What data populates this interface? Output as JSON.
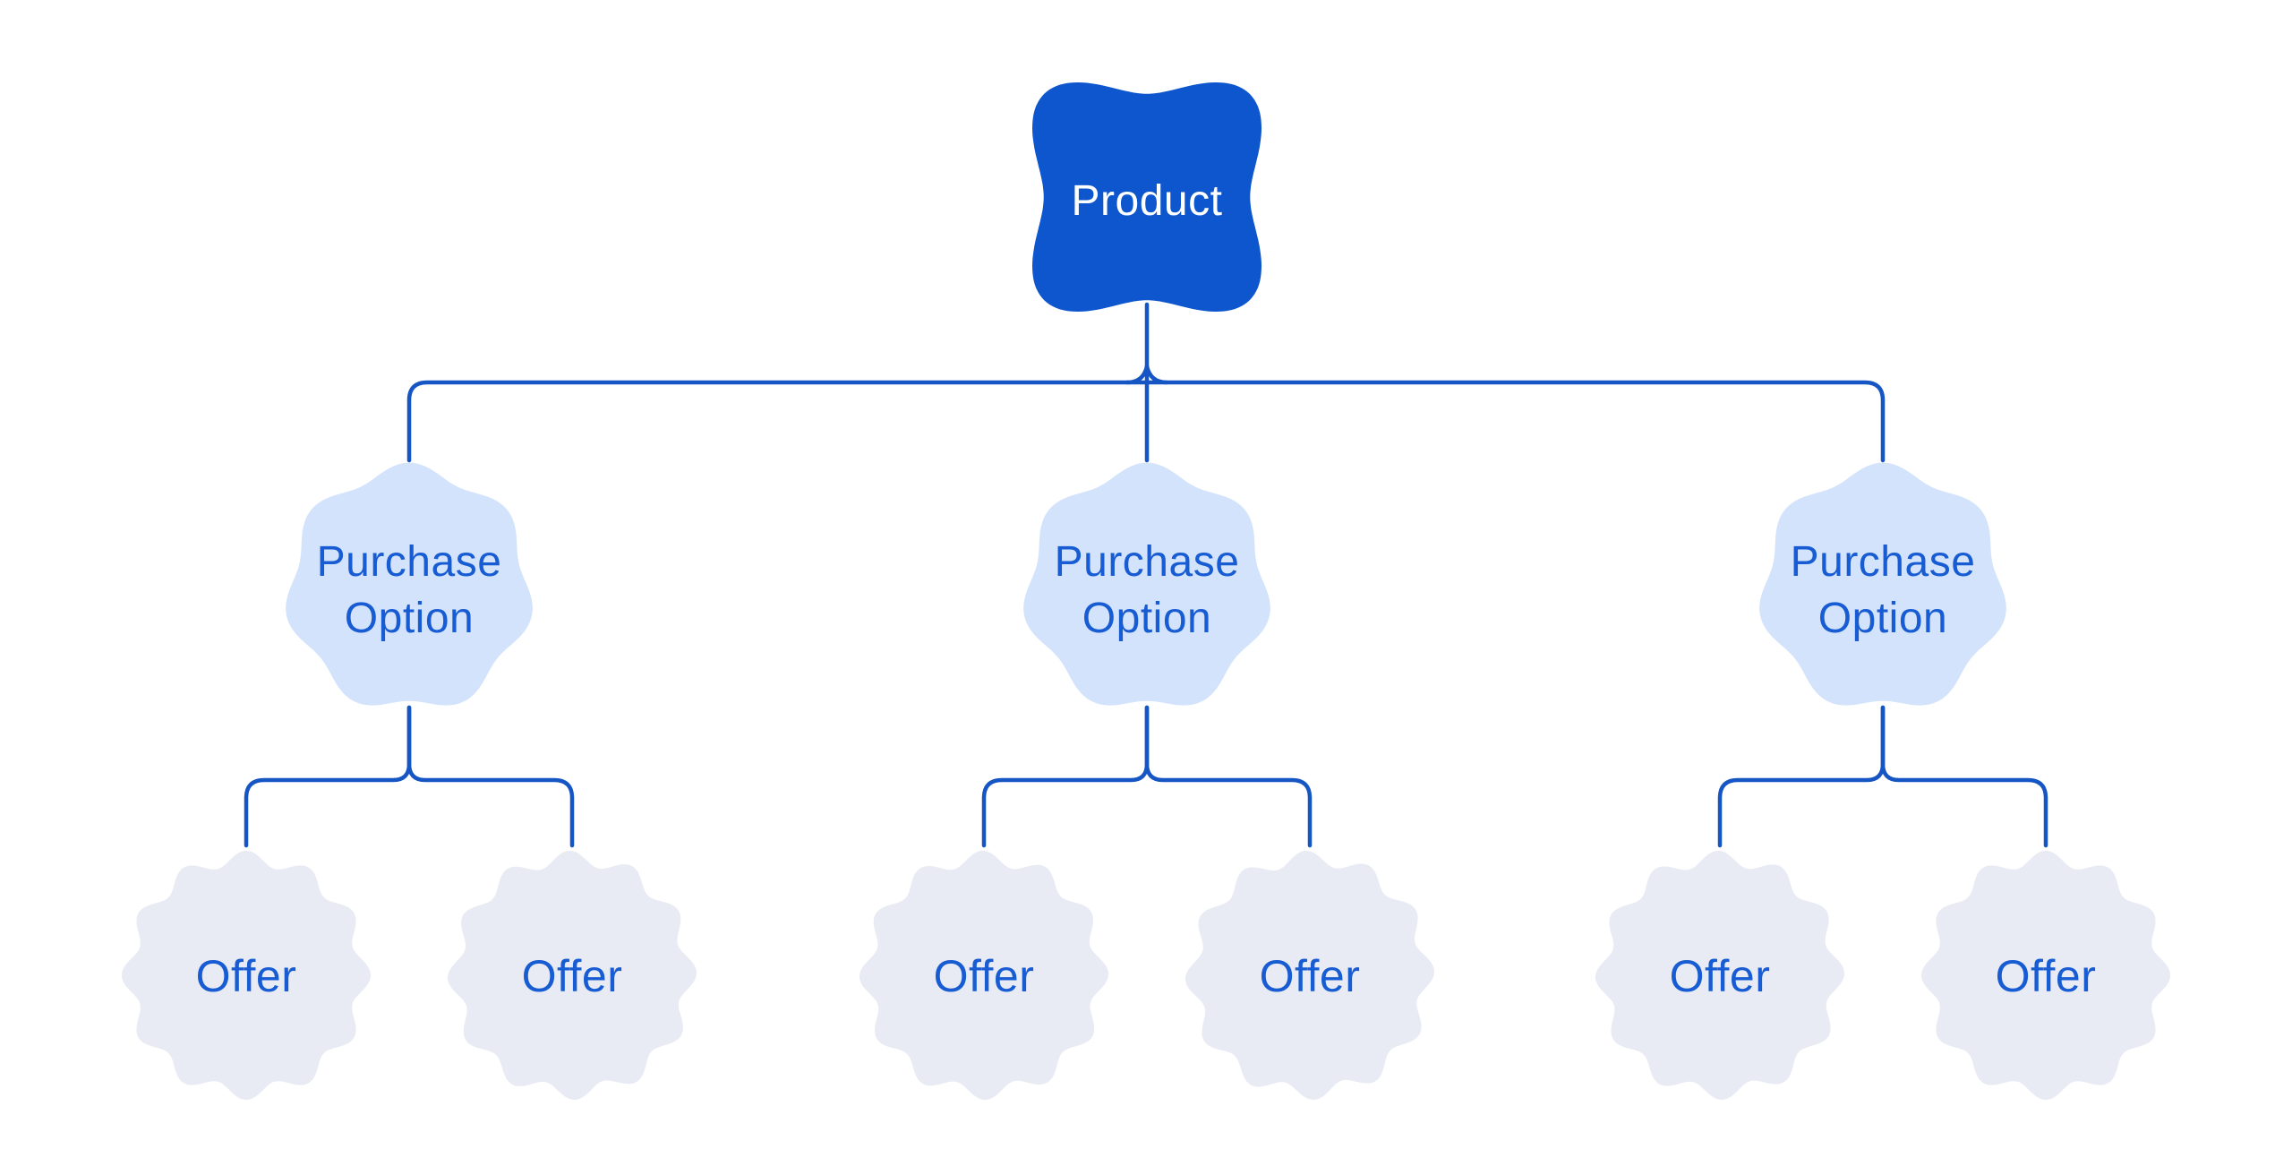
{
  "diagram": {
    "description": "Product hierarchy tree",
    "root": {
      "label": "Product"
    },
    "purchase_options": [
      {
        "label_line1": "Purchase",
        "label_line2": "Option",
        "offers": [
          {
            "label": "Offer"
          },
          {
            "label": "Offer"
          }
        ]
      },
      {
        "label_line1": "Purchase",
        "label_line2": "Option",
        "offers": [
          {
            "label": "Offer"
          },
          {
            "label": "Offer"
          }
        ]
      },
      {
        "label_line1": "Purchase",
        "label_line2": "Option",
        "offers": [
          {
            "label": "Offer"
          },
          {
            "label": "Offer"
          }
        ]
      }
    ],
    "colors": {
      "background": "#ffffff",
      "product_fill": "#0E56CE",
      "product_text": "#FFFFFF",
      "purchase_fill": "#D3E3FC",
      "offer_fill": "#E8EBF3",
      "node_text": "#175CD3",
      "connector": "#1655C4"
    }
  }
}
